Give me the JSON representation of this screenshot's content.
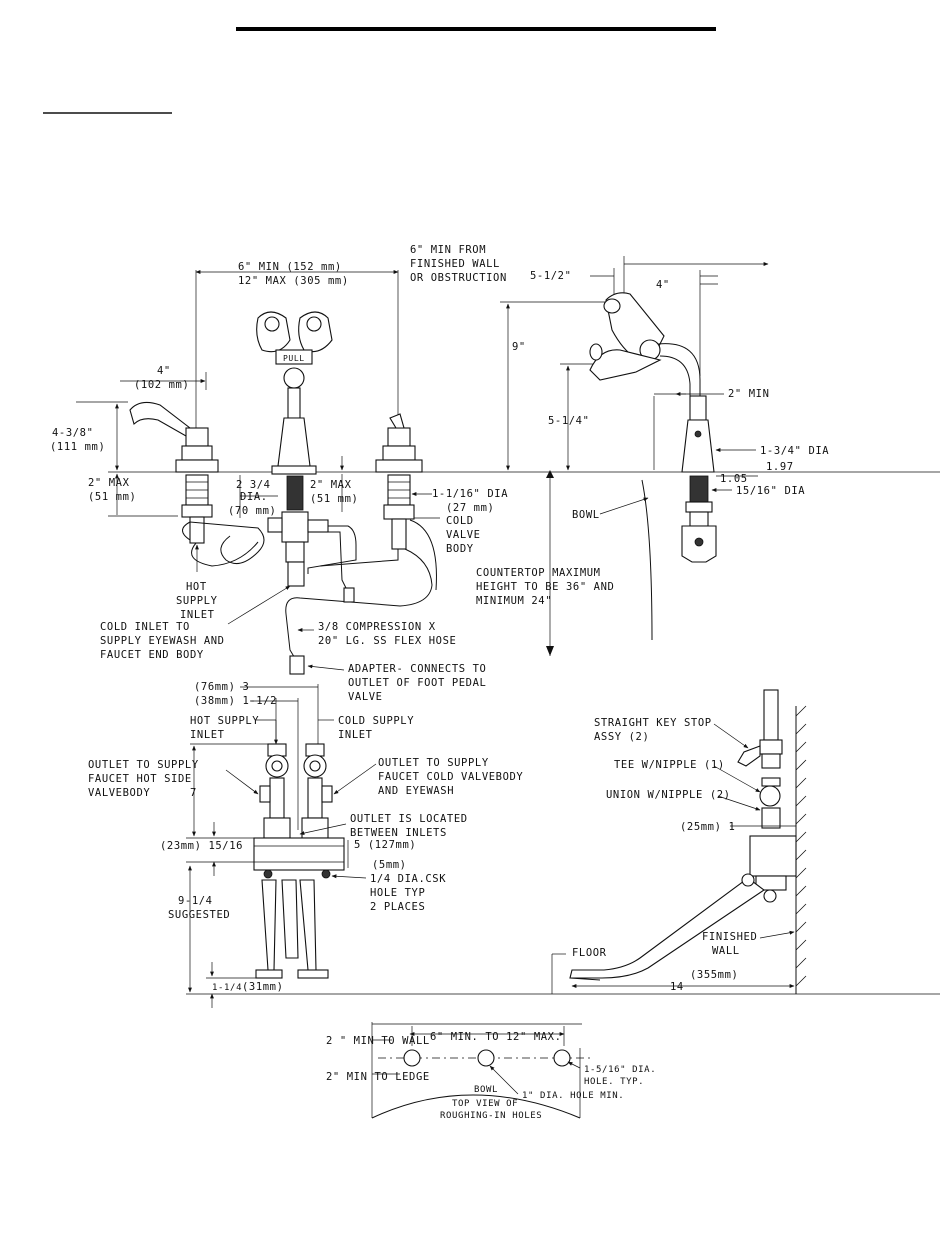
{
  "labels": {
    "front_spread": [
      "6\" MIN (152 mm)",
      "12\" MAX (305 mm)"
    ],
    "side_min_from_wall": [
      "6\" MIN FROM",
      "FINISHED WALL",
      "OR OBSTRUCTION"
    ],
    "dim_5_1_2": "5-1/2\"",
    "dim_4_side": "4\"",
    "dim_9": "9\"",
    "dim_2_min": "2\" MIN",
    "dim_5_1_4": "5-1/4\"",
    "dim_1_3_4_dia": "1-3/4\" DIA",
    "dim_1_97": "1.97",
    "dim_1_05": "1.05",
    "dim_15_16_dia": "15/16\" DIA",
    "bowl_side": "BOWL",
    "countertop": [
      "COUNTERTOP MAXIMUM",
      "HEIGHT TO BE 36\" AND",
      "MINIMUM 24\""
    ],
    "dim_4_front": [
      "4\"",
      "(102 mm)"
    ],
    "dim_4_3_8": [
      "4-3/8\"",
      "(111 mm)"
    ],
    "dim_2_max_left": [
      "2\" MAX",
      "(51 mm)"
    ],
    "dim_2_3_4": [
      "2 3/4",
      "DIA.",
      "(70 mm)"
    ],
    "dim_2_max_right": [
      "2\" MAX",
      "(51 mm)"
    ],
    "dim_1_1_16": [
      "1-1/16\" DIA",
      "(27 mm)"
    ],
    "cold_valve_body": [
      "COLD",
      "VALVE",
      "BODY"
    ],
    "hot_supply_inlet": [
      "HOT",
      "SUPPLY",
      "INLET"
    ],
    "cold_inlet_note": [
      "COLD INLET TO",
      "SUPPLY EYEWASH AND",
      "FAUCET END BODY"
    ],
    "flex_hose": [
      "3/8 COMPRESSION X",
      "20\" LG. SS FLEX HOSE"
    ],
    "adapter": [
      "ADAPTER- CONNECTS TO",
      "OUTLET OF FOOT PEDAL",
      "VALVE"
    ],
    "pull": "PULL",
    "dim_76mm": "(76mm) 3",
    "dim_38mm": "(38mm) 1-1/2",
    "hot_supply_inlet_2": [
      "HOT SUPPLY",
      "INLET"
    ],
    "cold_supply_inlet": [
      "COLD SUPPLY",
      "INLET"
    ],
    "outlet_hot": [
      "OUTLET TO SUPPLY",
      "FAUCET HOT SIDE",
      "VALVEBODY"
    ],
    "outlet_cold": [
      "OUTLET TO SUPPLY",
      "FAUCET COLD VALVEBODY",
      "AND EYEWASH"
    ],
    "outlet_between": [
      "OUTLET IS LOCATED",
      "BETWEEN INLETS"
    ],
    "dim_7": "7",
    "dim_23mm": "(23mm) 15/16",
    "dim_5_127": "5 (127mm)",
    "dim_5mm": "(5mm)",
    "hole_csk": [
      "1/4 DIA.CSK",
      "HOLE TYP",
      "2 PLACES"
    ],
    "dim_9_1_4": [
      "9-1/4",
      "SUGGESTED"
    ],
    "dim_1_1_4": "1-1/4",
    "dim_31mm": "(31mm)",
    "key_stop": [
      "STRAIGHT KEY STOP",
      "ASSY (2)"
    ],
    "tee": "TEE W/NIPPLE (1)",
    "union": "UNION W/NIPPLE (2)",
    "dim_25mm": "(25mm) 1",
    "floor": "FLOOR",
    "finished_wall": [
      "FINISHED",
      "WALL"
    ],
    "dim_355mm": "(355mm)",
    "dim_14": "14",
    "top_spread": "6\" MIN. TO 12\" MAX.",
    "top_2_min_wall": "2 \" MIN TO WALL",
    "top_2_min_ledge": "2\" MIN TO LEDGE",
    "top_hole_dia": [
      "1-5/16\" DIA.",
      "HOLE. TYP."
    ],
    "top_bowl": "BOWL",
    "top_view": [
      "TOP VIEW OF",
      "ROUGHING-IN HOLES"
    ],
    "top_hole_min": "1\" DIA. HOLE MIN."
  }
}
